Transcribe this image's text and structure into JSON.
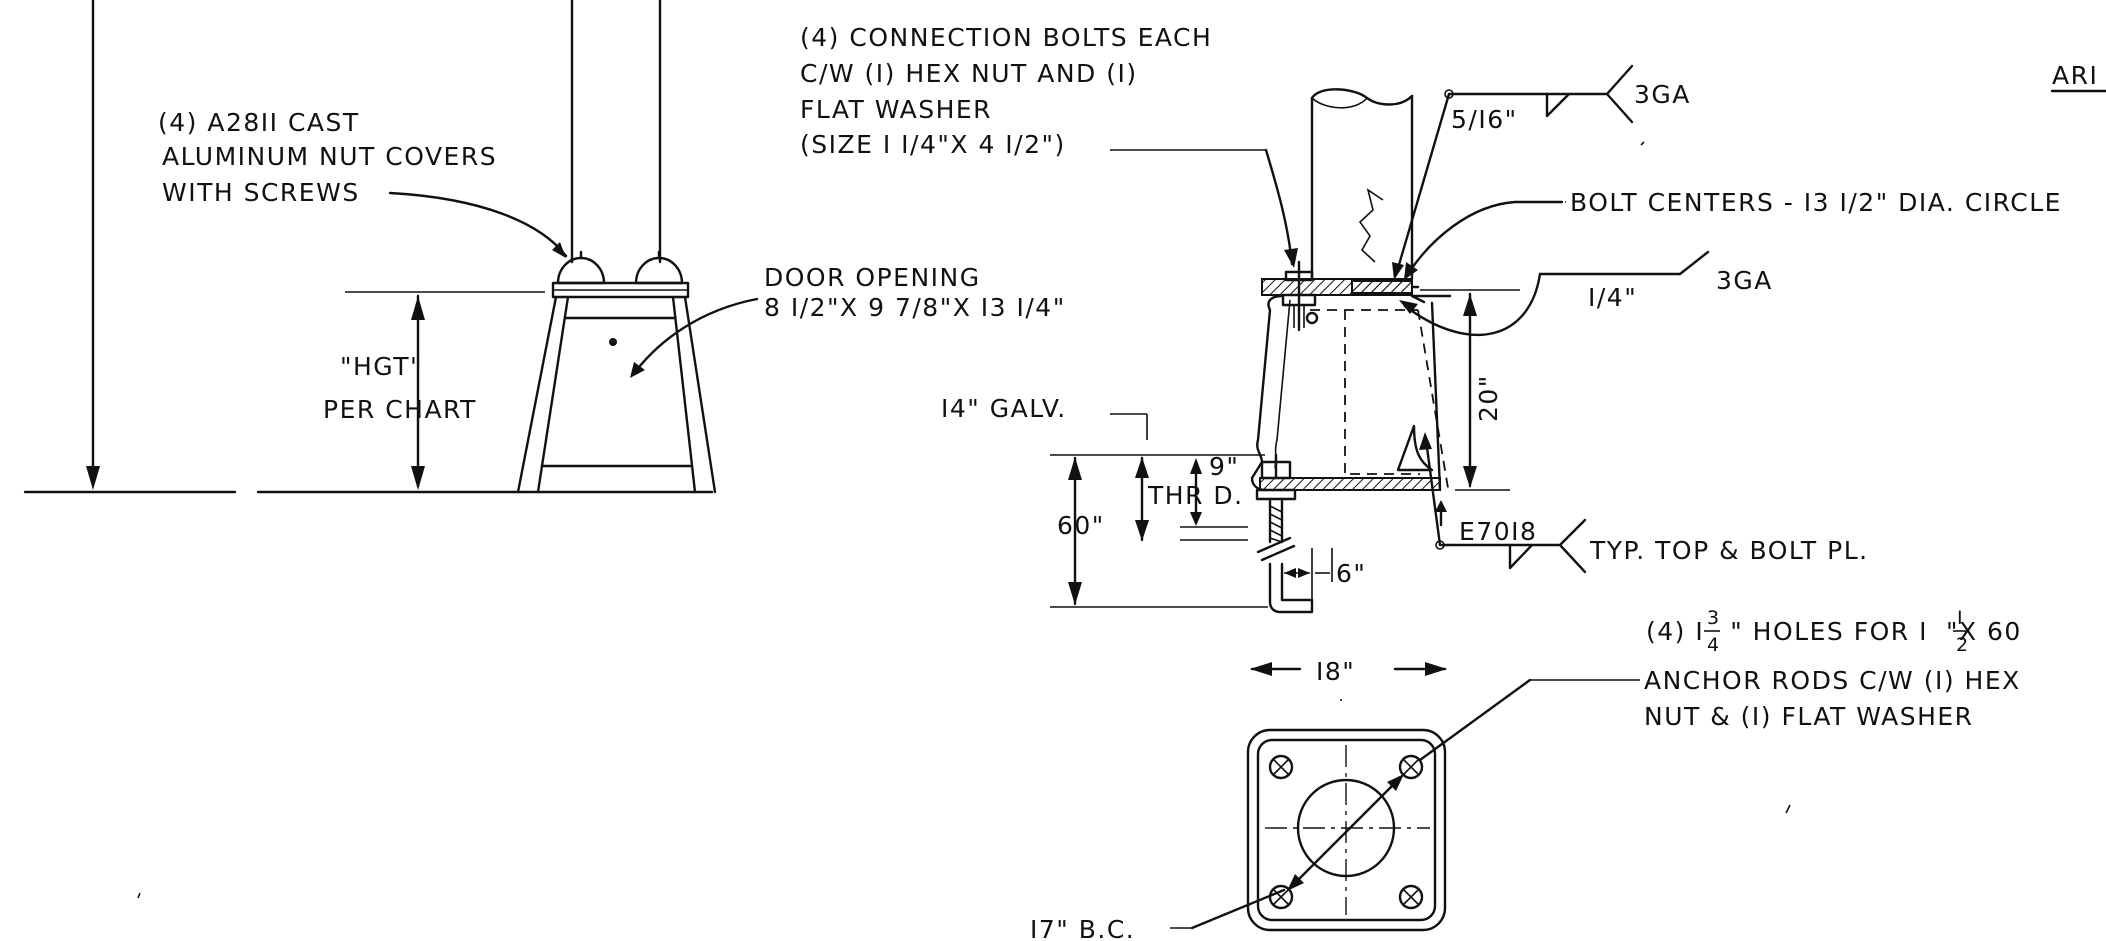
{
  "labels": {
    "nut_covers": [
      "(4) A28II CAST",
      "ALUMINUM NUT COVERS",
      "WITH SCREWS"
    ],
    "hgt": [
      "\"HGT\"",
      "PER CHART"
    ],
    "door_opening": [
      "DOOR OPENING",
      "8 I/2\"X 9 7/8\"X I3 I/4\""
    ],
    "connection_bolts": [
      "(4) CONNECTION  BOLTS EACH",
      "C/W (I) HEX NUT AND (I)",
      "FLAT WASHER",
      "(SIZE  I I/4\"X 4 I/2\")"
    ],
    "weld_top": "5/I6\"",
    "weld_top_ga": "3GA",
    "bolt_centers": "BOLT CENTERS - I3 I/2\" DIA. CIRCLE",
    "weld_mid": "I/4\"",
    "weld_mid_ga": "3GA",
    "height_20": "20\"",
    "galv": "I4\" GALV.",
    "thrd_9": "9\"",
    "thrd": "THR D.",
    "dim_60": "60\"",
    "electrode": "E70I8",
    "typ_top": "TYP. TOP & BOLT PL.",
    "dim_6": "6\"",
    "dim_18": "I8\"",
    "holes_lead": "(4) I",
    "holes_frac1_num": "3",
    "holes_frac1_den": "4",
    "holes_mid": "\" HOLES FOR I",
    "holes_frac2_num": "I",
    "holes_frac2_den": "2",
    "holes_tail": "\"X 60",
    "anchor_rods": [
      "ANCHOR  RODS  C/W (I) HEX",
      "NUT & (I) FLAT  WASHER"
    ],
    "bc_17": "I7\" B.C.",
    "corner_cut": "ARI"
  }
}
